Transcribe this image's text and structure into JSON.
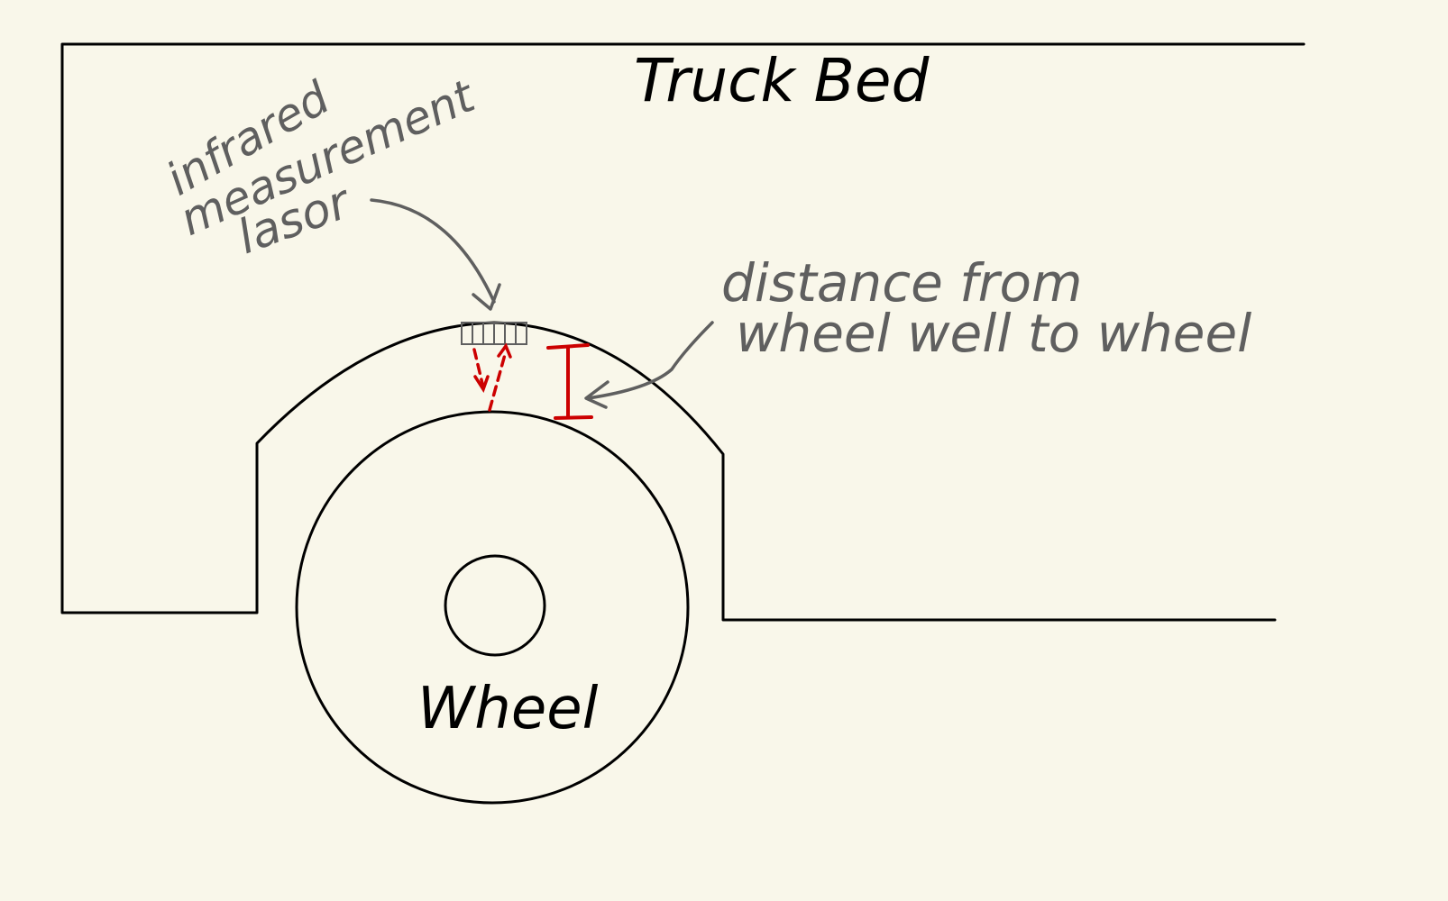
{
  "colors": {
    "background": "#f9f7ea",
    "ink": "#000000",
    "annotation": "#5f5f5f",
    "measurement": "#cc0000"
  },
  "labels": {
    "truck_bed": "Truck Bed",
    "sensor_line1": "infrared",
    "sensor_line2": "measurement",
    "sensor_line3": "lasor",
    "distance_line1": "distance from",
    "distance_line2": "wheel well to  wheel",
    "wheel": "Wheel"
  }
}
